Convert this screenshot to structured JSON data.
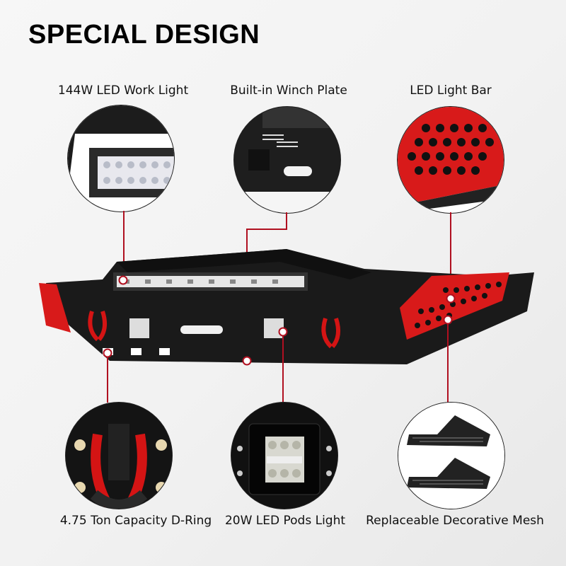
{
  "title": "SPECIAL DESIGN",
  "features_top": [
    {
      "label": "144W LED Work Light",
      "icon": "led-light-bar-closeup"
    },
    {
      "label": "Built-in Winch Plate",
      "icon": "winch-plate-closeup"
    },
    {
      "label": "LED Light Bar",
      "icon": "red-mesh-closeup"
    }
  ],
  "features_bottom": [
    {
      "label": "4.75 Ton Capacity D-Ring",
      "icon": "d-ring-closeup"
    },
    {
      "label": "20W LED Pods Light",
      "icon": "led-pod-closeup"
    },
    {
      "label": "Replaceable Decorative Mesh",
      "icon": "mesh-panels-closeup"
    }
  ],
  "colors": {
    "accent": "#b01020",
    "mesh_red": "#d81a1a",
    "body": "#1a1a1a"
  }
}
